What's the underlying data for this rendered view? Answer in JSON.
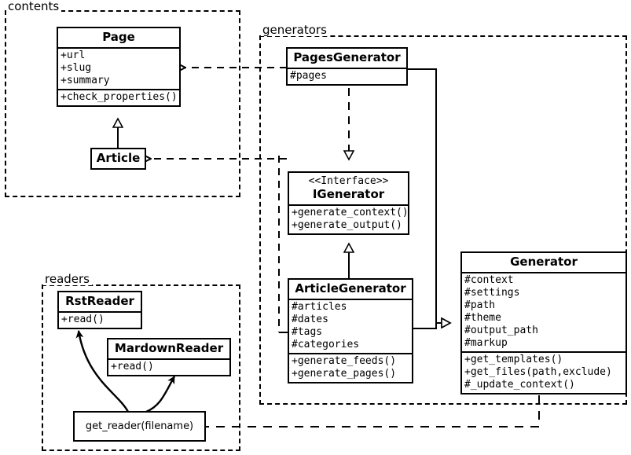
{
  "diagram": {
    "title": "UML class diagram",
    "stroke_color": "#000000",
    "background_color": "#ffffff"
  },
  "packages": [
    {
      "id": "contents",
      "label": "contents"
    },
    {
      "id": "generators",
      "label": "generators"
    },
    {
      "id": "readers",
      "label": "readers"
    }
  ],
  "classes": {
    "page": {
      "name": "Page",
      "attributes": [
        "+url",
        "+slug",
        "+summary"
      ],
      "methods": [
        "+check_properties()"
      ]
    },
    "article": {
      "name": "Article",
      "attributes": [],
      "methods": []
    },
    "pages_generator": {
      "name": "PagesGenerator",
      "attributes": [
        "#pages"
      ],
      "methods": []
    },
    "igenerator": {
      "stereotype": "<<Interface>>",
      "name": "IGenerator",
      "attributes": [],
      "methods": [
        "+generate_context()",
        "+generate_output()"
      ]
    },
    "article_generator": {
      "name": "ArticleGenerator",
      "attributes": [
        "#articles",
        "#dates",
        "#tags",
        "#categories"
      ],
      "methods": [
        "+generate_feeds()",
        "+generate_pages()"
      ]
    },
    "generator": {
      "name": "Generator",
      "attributes": [
        "#context",
        "#settings",
        "#path",
        "#theme",
        "#output_path",
        "#markup"
      ],
      "methods": [
        "+get_templates()",
        "+get_files(path,exclude)",
        "#_update_context()"
      ]
    },
    "rst_reader": {
      "name": "RstReader",
      "attributes": [],
      "methods": [
        "+read()"
      ]
    },
    "mardown_reader": {
      "name": "MardownReader",
      "attributes": [],
      "methods": [
        "+read()"
      ]
    },
    "get_reader": {
      "name": "get_reader(filename)"
    }
  },
  "relations": [
    {
      "from": "pages_generator",
      "to": "page",
      "type": "dependency",
      "style": "dashed",
      "arrow": "open"
    },
    {
      "from": "pages_generator",
      "to": "article",
      "type": "dependency",
      "style": "dashed",
      "arrow": "open"
    },
    {
      "from": "article",
      "to": "page",
      "type": "inheritance",
      "style": "solid",
      "arrow": "hollow-triangle"
    },
    {
      "from": "pages_generator",
      "to": "igenerator",
      "type": "realization",
      "style": "dashed",
      "arrow": "hollow-triangle"
    },
    {
      "from": "article_generator",
      "to": "igenerator",
      "type": "inheritance",
      "style": "solid",
      "arrow": "hollow-triangle"
    },
    {
      "from": "pages_generator",
      "to": "generator",
      "type": "inheritance",
      "style": "solid",
      "arrow": "hollow-triangle"
    },
    {
      "from": "article_generator",
      "to": "generator",
      "type": "inheritance",
      "style": "solid",
      "arrow": "hollow-triangle"
    },
    {
      "from": "generator",
      "to": "get_reader",
      "type": "dependency",
      "style": "dashed",
      "arrow": "open"
    },
    {
      "from": "get_reader",
      "to": "rst_reader",
      "type": "association",
      "style": "curved",
      "arrow": "filled"
    },
    {
      "from": "get_reader",
      "to": "mardown_reader",
      "type": "association",
      "style": "curved",
      "arrow": "filled"
    }
  ]
}
